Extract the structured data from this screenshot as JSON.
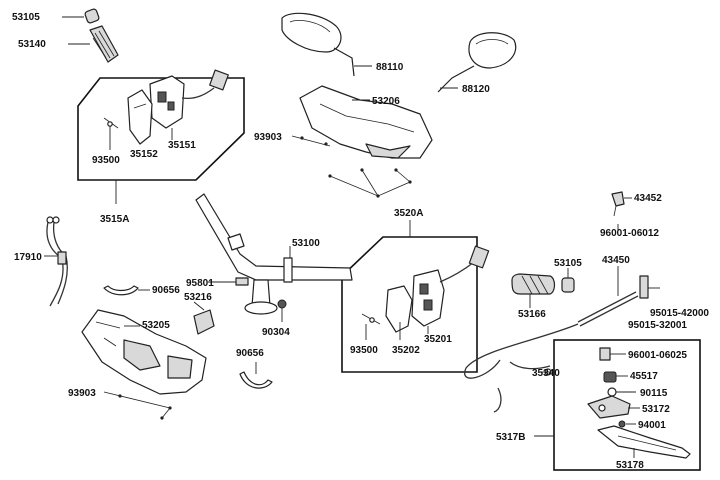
{
  "diagram": {
    "labels": {
      "p53105a": "53105",
      "p53140": "53140",
      "p88110": "88110",
      "p88120": "88120",
      "p53206": "53206",
      "p93903a": "93903",
      "p35151": "35151",
      "p93500a": "93500",
      "p35152": "35152",
      "p3515A": "3515A",
      "p43452": "43452",
      "p96001_06012": "96001-06012",
      "p17910": "17910",
      "p53100": "53100",
      "p3520A": "3520A",
      "p43450": "43450",
      "p53105b": "53105",
      "p90656a": "90656",
      "p95801": "95801",
      "p53216": "53216",
      "p53166": "53166",
      "p95015_42000": "95015-42000",
      "p95015_32001": "95015-32001",
      "p53205": "53205",
      "p90304": "90304",
      "p35201": "35201",
      "p93500b": "93500",
      "p35202": "35202",
      "p96001_06025": "96001-06025",
      "p90656b": "90656",
      "p35340": "35340",
      "p45517": "45517",
      "p90115": "90115",
      "p93903b": "93903",
      "p53172": "53172",
      "p94001": "94001",
      "p5317B": "5317B",
      "p53178": "53178"
    }
  }
}
